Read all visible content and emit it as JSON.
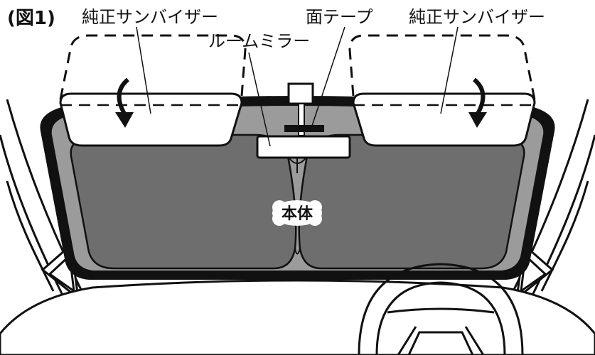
{
  "figure": {
    "number_label": "(図1)",
    "labels": {
      "sun_visor_left": "純正サンバイザー",
      "sun_visor_right": "純正サンバイザー",
      "rearview_mirror": "ルームミラー",
      "double_sided_tape": "面テープ",
      "main_body": "本体"
    },
    "colors": {
      "outline": "#111111",
      "windshield_bg": "#9b9b9b",
      "shade_panel": "#6e6e6e",
      "visor_fill": "#ffffff"
    }
  }
}
